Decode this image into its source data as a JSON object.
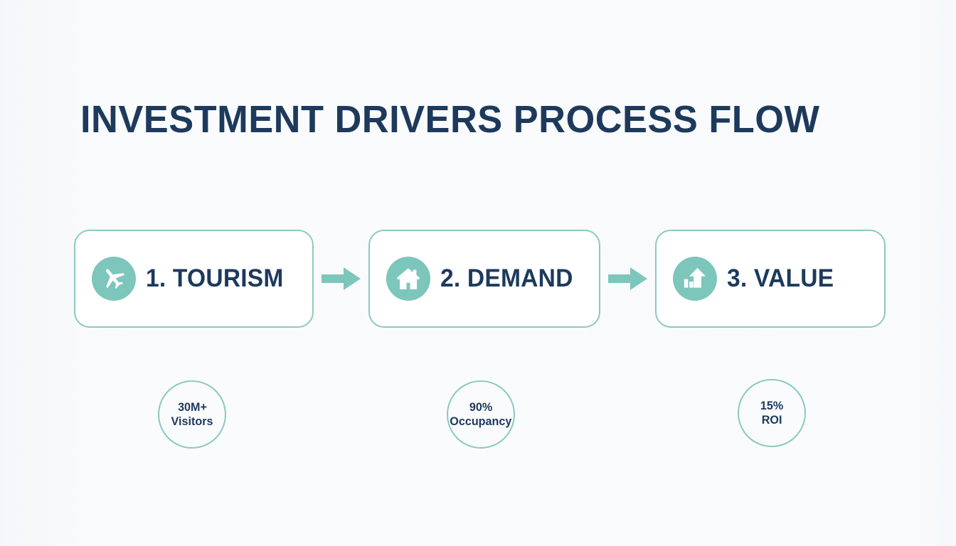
{
  "slide": {
    "title": "INVESTMENT DRIVERS PROCESS FLOW",
    "background_color": "#fafbfc",
    "accent_color": "#7cc6bc",
    "border_color": "#8cc9c0",
    "text_color": "#1d3a5c"
  },
  "flow": {
    "steps": [
      {
        "label": "1. TOURISM",
        "icon": "airplane-icon"
      },
      {
        "label": "2. DEMAND",
        "icon": "house-icon"
      },
      {
        "label": "3. VALUE",
        "icon": "growth-arrow-icon"
      }
    ],
    "connectors": [
      {
        "icon": "arrow-right-icon"
      },
      {
        "icon": "arrow-right-icon"
      }
    ]
  },
  "stats": [
    {
      "value": "30M+",
      "caption": "Visitors"
    },
    {
      "value": "90%",
      "caption": "Occupancy"
    },
    {
      "value": "15%",
      "caption": "ROI"
    }
  ]
}
